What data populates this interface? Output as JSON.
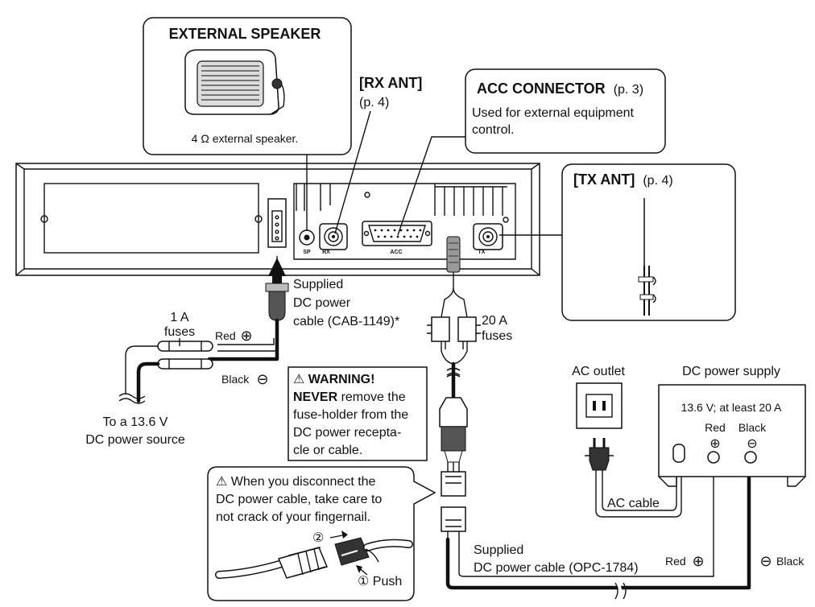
{
  "external_speaker": {
    "title": "EXTERNAL SPEAKER",
    "caption": "4 Ω external speaker."
  },
  "rx_ant": {
    "label": "[RX ANT]",
    "page": "(p. 4)"
  },
  "acc_connector": {
    "label": "ACC CONNECTOR",
    "page": "(p. 3)",
    "desc_line1": "Used for external equipment",
    "desc_line2": "control."
  },
  "tx_ant": {
    "label": "[TX ANT]",
    "page": "(p. 4)"
  },
  "panel_labels": {
    "sp": "SP",
    "rx": "RX",
    "acc": "ACC",
    "tx": "TX"
  },
  "left_cable": {
    "fuse_line1": "1 A",
    "fuse_line2": "fuses",
    "red": "Red",
    "black": "Black",
    "supplied_line1": "Supplied",
    "supplied_line2": "DC power",
    "supplied_line3": "cable (CAB-1149)*",
    "dest_line1": "To a 13.6 V",
    "dest_line2": "DC power source"
  },
  "center_cable": {
    "fuse_line1": "20 A",
    "fuse_line2": "fuses"
  },
  "warning": {
    "title": "⚠ WARNING!",
    "never": "NEVER",
    "line1_rest": " remove the",
    "line2": "fuse-holder from the",
    "line3": "DC power recepta-",
    "line4": "cle or cable."
  },
  "caution": {
    "line1": "⚠ When you disconnect the",
    "line2": "DC power cable, take care to",
    "line3": "not crack of your fingernail.",
    "step2": "②",
    "step1": "① Push"
  },
  "ac_outlet": {
    "label": "AC outlet"
  },
  "ac_cable": {
    "label": "AC cable"
  },
  "dc_supply": {
    "title": "DC power supply",
    "spec": "13.6 V; at least 20 A",
    "red": "Red",
    "black": "Black",
    "plus": "⊕",
    "minus": "⊖"
  },
  "bottom_cable": {
    "line1": "Supplied",
    "line2": "DC power cable (OPC-1784)",
    "red": "Red",
    "black": "Black"
  }
}
